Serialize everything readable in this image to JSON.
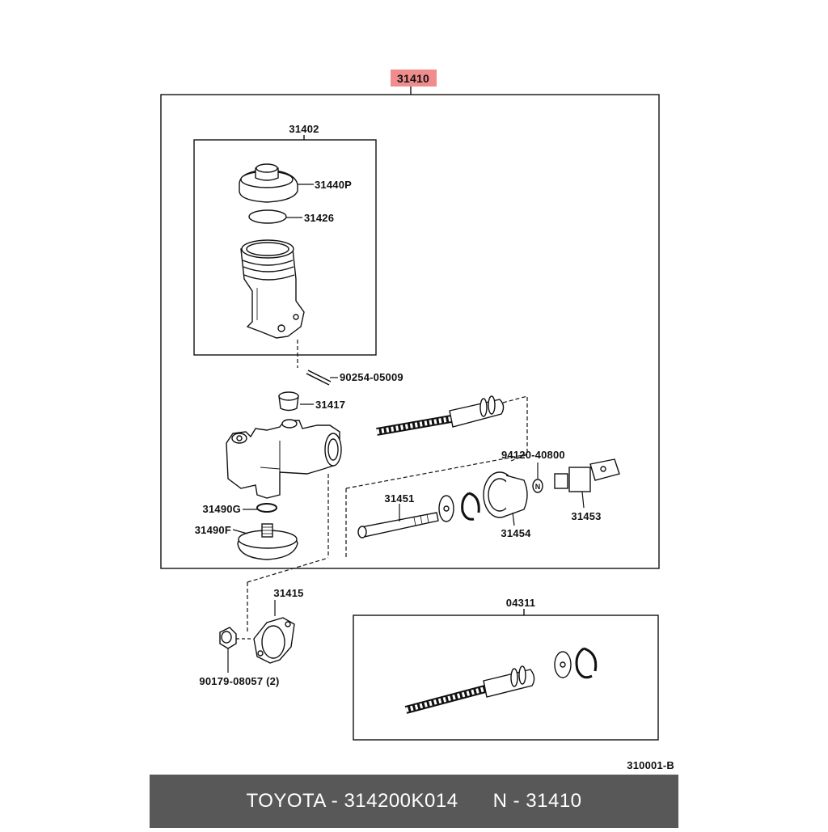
{
  "diagram": {
    "main_assembly": "31410",
    "reservoir_group": "31402",
    "repair_kit": "04311",
    "figure_code": "310001-B",
    "labels": {
      "cap": "31440P",
      "ring": "31426",
      "pin": "90254-05009",
      "grommet": "31417",
      "gasket": "31490G",
      "plug": "31490F",
      "push_rod": "31451",
      "snap_nut": "94120-40800",
      "clevis": "31453",
      "boot": "31454",
      "flange_gasket": "31415",
      "nut": "90179-08057 (2)"
    },
    "highlight_color": "#f08c8c"
  },
  "footer": {
    "brand_part": "TOYOTA - 314200K014",
    "ref": "N - 31410"
  }
}
